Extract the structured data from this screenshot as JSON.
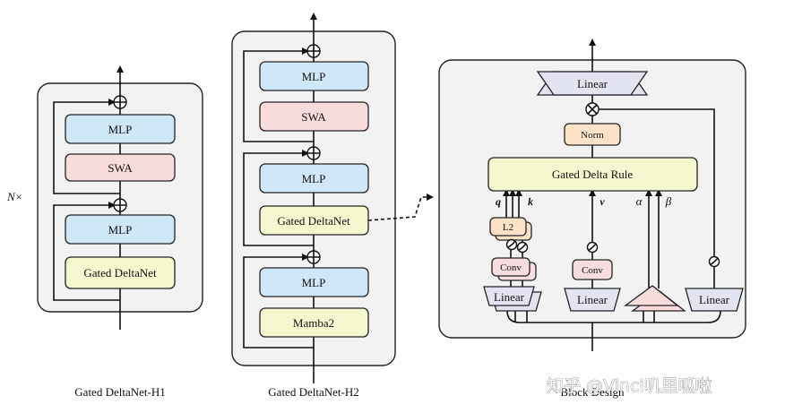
{
  "h1": {
    "repeat_label": "N×",
    "blocks": [
      "MLP",
      "SWA",
      "MLP",
      "Gated DeltaNet"
    ],
    "caption": "Gated DeltaNet-H1"
  },
  "h2": {
    "blocks": [
      "MLP",
      "SWA",
      "MLP",
      "Gated DeltaNet",
      "MLP",
      "Mamba2"
    ],
    "caption": "Gated DeltaNet-H2"
  },
  "block_design": {
    "linear_top": "Linear",
    "norm": "Norm",
    "gated_delta_rule": "Gated Delta Rule",
    "l2": "L2",
    "conv_qk": "Conv",
    "conv_v": "Conv",
    "linear_qk": "Linear",
    "linear_v": "Linear",
    "linear_gate": "Linear",
    "q": "q",
    "k": "k",
    "v": "v",
    "alpha": "α",
    "beta": "β",
    "caption": "Block Design"
  },
  "watermark": "知乎 @Vinci叽里呱啦",
  "colors": {
    "mlp": "#cfe7f7",
    "swa": "#f9dcdc",
    "deltanet": "#f5f7cf",
    "norm": "#fde2c8",
    "conv": "#f7dde0",
    "linear": "#e3e4f2",
    "panel": "#f2f2f2"
  }
}
